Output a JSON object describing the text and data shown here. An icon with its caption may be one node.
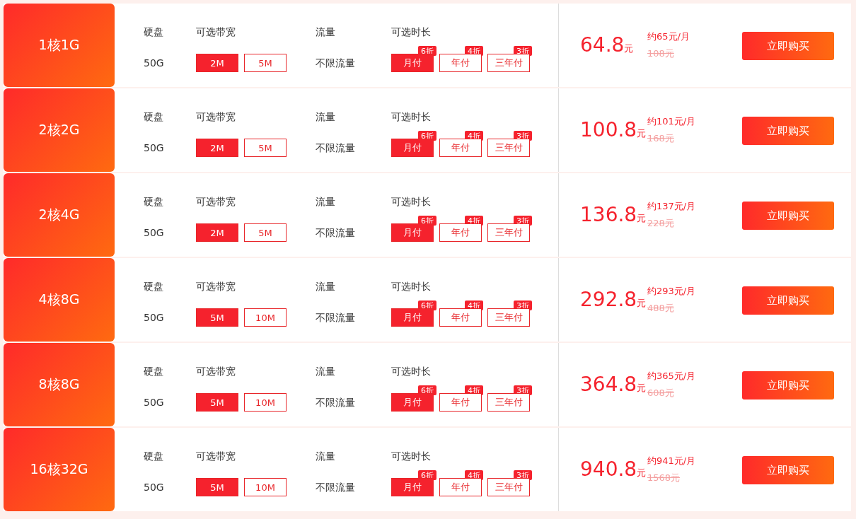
{
  "diagram": {
    "labels": [
      "1核1G",
      "硬盘",
      "可选带宽",
      "流量",
      "可选时长",
      "50G",
      "2M",
      "5M",
      "不限流量",
      "6折",
      "月付",
      "4折",
      "年付",
      "3折",
      "三年付",
      "64.8",
      "元",
      "约65元/月",
      "108元",
      "立即购买",
      "2核2G",
      "硬盘",
      "可选带宽",
      "流量",
      "可选时长",
      "50G",
      "2M",
      "5M",
      "不限流量",
      "6折",
      "月付",
      "4折",
      "年付",
      "3折",
      "三年付",
      "100.8",
      "元",
      "约101元/月",
      "168元",
      "立即购买",
      "2核4G",
      "硬盘",
      "可选带宽",
      "流量",
      "可选时长",
      "50G",
      "2M",
      "5M",
      "不限流量",
      "6折",
      "月付",
      "4折",
      "年付",
      "3折",
      "三年付",
      "136.8",
      "元",
      "约137元/月",
      "228元",
      "立即购买",
      "4核8G",
      "硬盘",
      "可选带宽",
      "流量",
      "可选时长",
      "50G",
      "5M",
      "10M",
      "不限流量",
      "6折",
      "月付",
      "4折",
      "年付",
      "3折",
      "三年付",
      "292.8",
      "元",
      "约293元/月",
      "488元",
      "立即购买",
      "8核8G",
      "硬盘",
      "可选带宽",
      "流量",
      "可选时长",
      "50G",
      "5M",
      "10M",
      "不限流量",
      "6折",
      "月付",
      "4折",
      "年付",
      "3折",
      "三年付",
      "364.8",
      "元",
      "约365元/月",
      "608元",
      "立即购买",
      "16核32G",
      "硬盘",
      "可选带宽",
      "流量",
      "可选时长",
      "50G",
      "5M",
      "10M",
      "不限流量",
      "6折",
      "月付",
      "4折",
      "年付",
      "3折",
      "三年付",
      "940.8",
      "元",
      "约941元/月",
      "1568元",
      "立即购买"
    ]
  }
}
